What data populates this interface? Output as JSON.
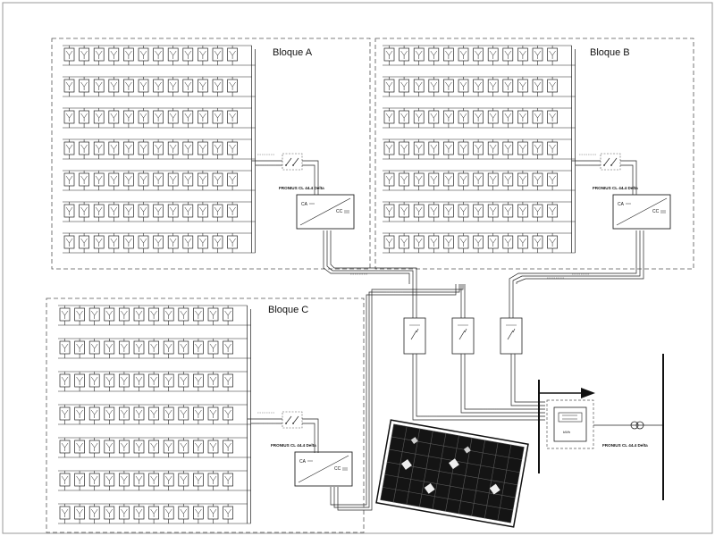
{
  "blocks": [
    {
      "id": "A",
      "label": "Bloque A",
      "inverter_label": "FRONIUS CL 44.4 Delta"
    },
    {
      "id": "B",
      "label": "Bloque B",
      "inverter_label": "FRONIUS CL 44.4 Delta"
    },
    {
      "id": "C",
      "label": "Bloque C",
      "inverter_label": "FRONIUS CL 44.4 Delta"
    }
  ],
  "inverter": {
    "ac_label": "CA",
    "dc_label": "CC"
  },
  "grid": {
    "label": "FRONIUS CL 44.4 Delta"
  },
  "meter": {
    "label": "kWh"
  },
  "icons": {
    "solar_panel": "solar-panel-icon",
    "inverter": "inverter-icon",
    "switch": "switch-icon",
    "transformer": "transformer-icon",
    "arrow": "arrow-right-icon"
  },
  "colors": {
    "line": "#222222",
    "dash": "#555555",
    "panel_dark": "#111111"
  }
}
